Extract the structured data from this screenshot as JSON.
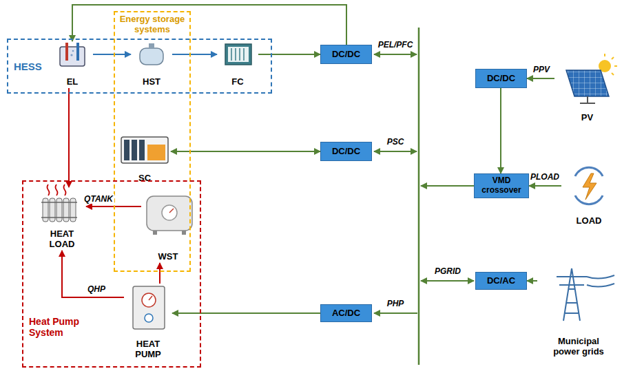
{
  "diagram": {
    "nodes": [
      {
        "text": [
          "HESS"
        ]
      },
      {
        "text": [
          "EL"
        ],
        "in": 0
      },
      {
        "text": [
          "HST"
        ],
        "in": 0
      },
      {
        "text": [
          "FC"
        ],
        "in": 0
      },
      {
        "text": [
          "Energy storage systems"
        ]
      },
      {
        "text": [
          "SC"
        ],
        "in": 4
      },
      {
        "text": [
          "DC/DC"
        ]
      },
      {
        "text": [
          "DC/DC"
        ]
      },
      {
        "text": [
          "Heat Pump System"
        ]
      },
      {
        "text": [
          "HEAT LOAD"
        ],
        "in": 8
      },
      {
        "text": [
          "WST"
        ],
        "in": 8
      },
      {
        "text": [
          "HEAT PUMP"
        ],
        "in": 8
      },
      {
        "text": [
          "AC/DC"
        ]
      },
      {
        "text": [
          "DC/DC"
        ]
      },
      {
        "text": [
          "PV"
        ]
      },
      {
        "text": [
          "VMD crossover"
        ]
      },
      {
        "text": [
          "LOAD"
        ]
      },
      {
        "text": [
          "DC/AC"
        ]
      },
      {
        "text": [
          "Municipal power grids"
        ]
      }
    ],
    "edges": [
      {
        "from": 1,
        "to": 2,
        "arrow": "to"
      },
      {
        "from": 2,
        "to": 3,
        "arrow": "to"
      },
      {
        "from": 3,
        "to": 6,
        "arrow": "to"
      },
      {
        "from": 6,
        "to": 1,
        "arrow": "to"
      },
      {
        "from": 5,
        "to": 7,
        "arrow": "both"
      },
      {
        "from": 14,
        "to": 13,
        "arrow": "to",
        "label": "PPV"
      },
      {
        "from": 13,
        "to": 15,
        "arrow": "to"
      },
      {
        "from": 16,
        "to": 15,
        "arrow": "to",
        "label": "PLOAD"
      },
      {
        "from": 12,
        "to": 11,
        "arrow": "to"
      },
      {
        "from": 18,
        "to": 17,
        "arrow": "to"
      },
      {
        "from": 1,
        "to": 9,
        "arrow": "to"
      },
      {
        "from": 10,
        "to": 9,
        "arrow": "to",
        "label": "QTANK"
      },
      {
        "from": 11,
        "to": 10,
        "arrow": "to"
      },
      {
        "from": 11,
        "to": 9,
        "arrow": "to",
        "label": "QHP"
      }
    ],
    "labels": [
      "PEL/PFC",
      "PSC",
      "PHP",
      "PGRID"
    ]
  }
}
